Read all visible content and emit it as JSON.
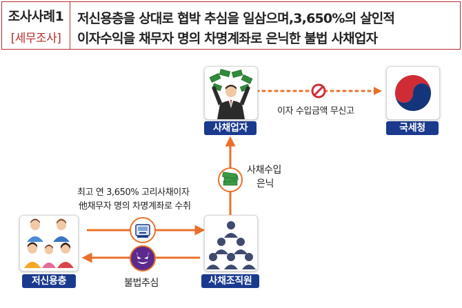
{
  "header": {
    "case_label": "조사사례1",
    "case_category": "[세무조사]",
    "title_line1": "저신용층을 상대로 협박 추심을 일삼으며,3,650%의 살인적",
    "title_line2": "이자수익을 채무자 명의 차명계좌로 은닉한 불법 사채업자"
  },
  "nodes": {
    "lender": "사채업자",
    "tax_office": "국세청",
    "borrowers": "저신용층",
    "organization": "사채조직원"
  },
  "edges": {
    "no_report": "이자 수입금액 무신고",
    "hidden_income_1": "사채수입",
    "hidden_income_2": "은닉",
    "collection_1": "최고 연 3,650% 고리사채이자",
    "collection_2": "他채무자 명의 차명계좌로 수취",
    "illegal_collection": "불법추심"
  },
  "colors": {
    "accent_red": "#b52b2b",
    "label_navy": "#1b3a8e",
    "arrow_orange": "#e8702a",
    "icon_purple": "#5b2a8c"
  }
}
